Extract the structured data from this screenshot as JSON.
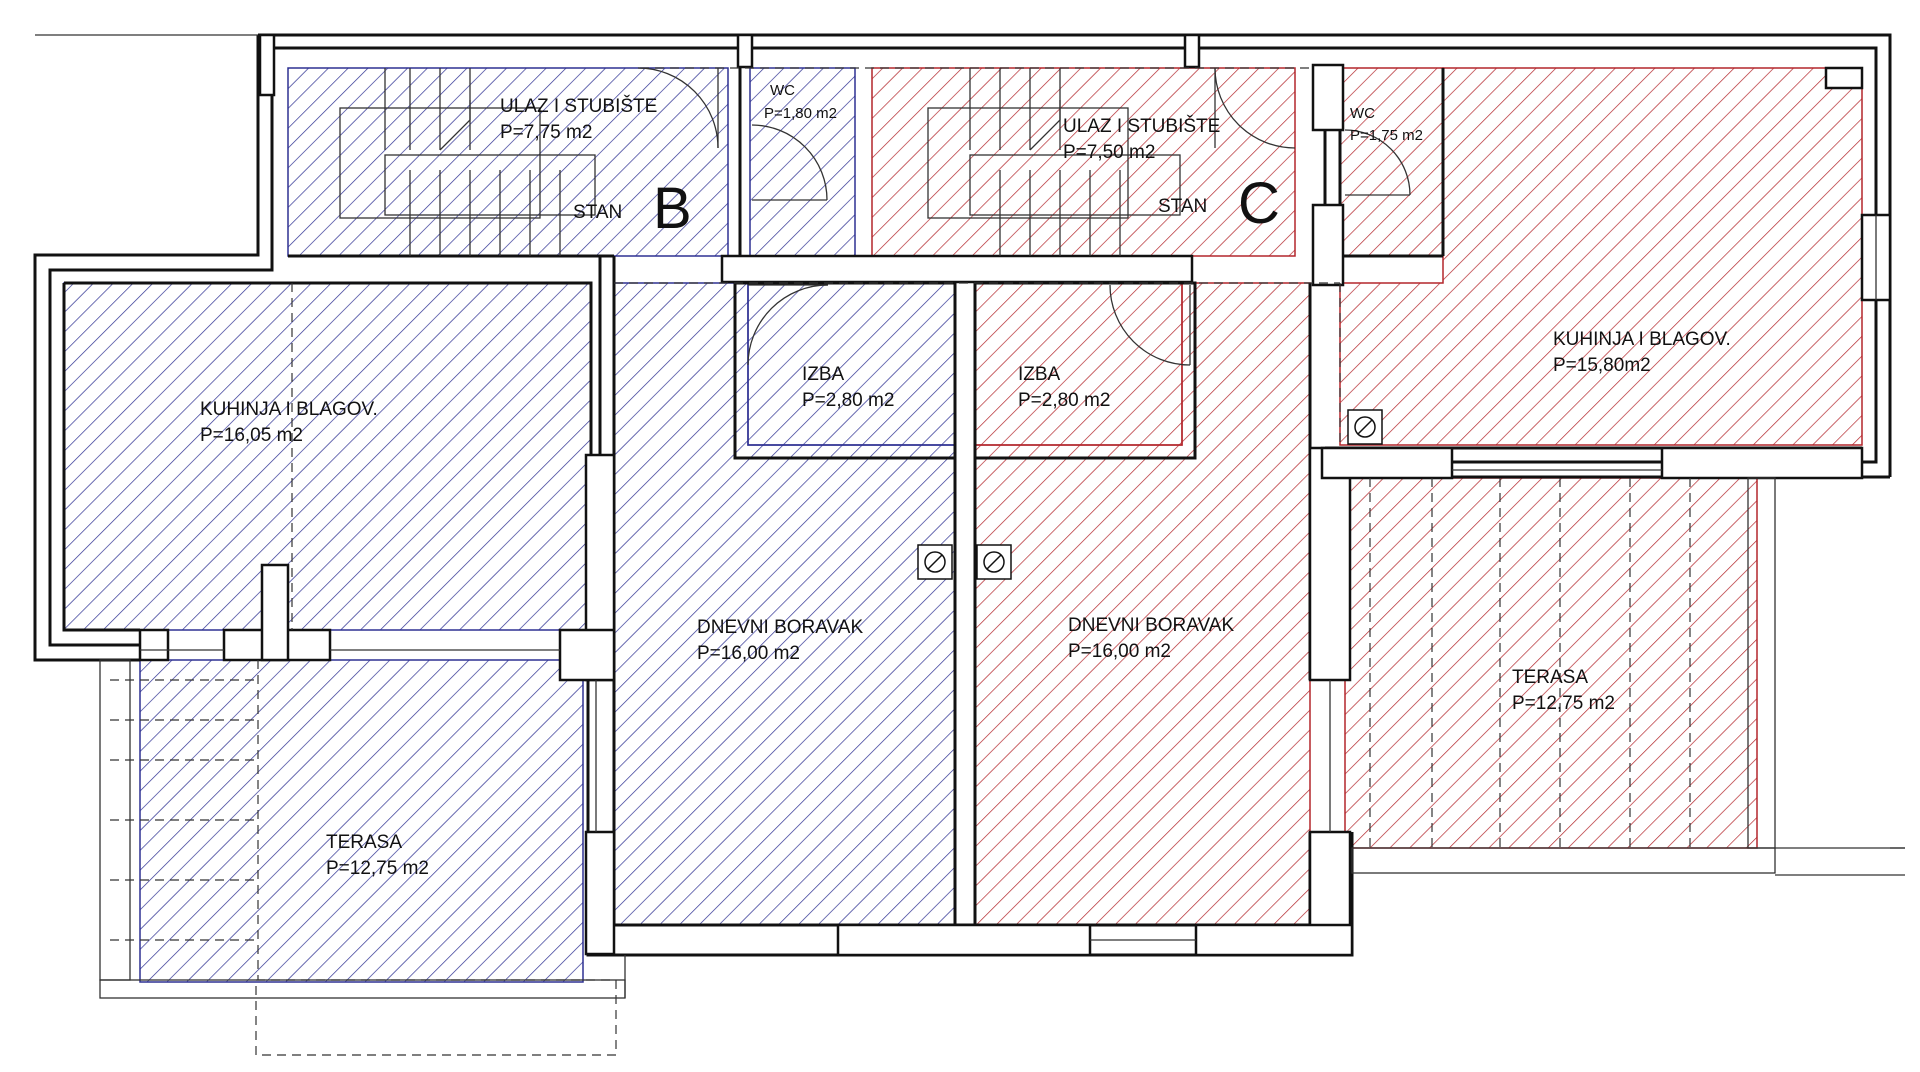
{
  "colors": {
    "unit_b": "#2e3192",
    "unit_c": "#b3262c",
    "walls": "#111111"
  },
  "units": {
    "b": {
      "stan_label": "STAN",
      "letter": "B",
      "rooms": {
        "entrance": {
          "name": "ULAZ I STUBIŠTE",
          "area": "P=7,75 m2"
        },
        "wc": {
          "name": "WC",
          "area": "P=1,80 m2"
        },
        "izba": {
          "name": "IZBA",
          "area": "P=2,80  m2"
        },
        "kitchen": {
          "name": "KUHINJA I BLAGOV.",
          "area": "P=16,05 m2"
        },
        "living": {
          "name": "DNEVNI BORAVAK",
          "area": "P=16,00  m2"
        },
        "terrace": {
          "name": "TERASA",
          "area": "P=12,75 m2"
        }
      }
    },
    "c": {
      "stan_label": "STAN",
      "letter": "C",
      "rooms": {
        "entrance": {
          "name": "ULAZ I STUBIŠTE",
          "area": "P=7,50 m2"
        },
        "wc": {
          "name": "WC",
          "area": "P=1,75 m2"
        },
        "izba": {
          "name": "IZBA",
          "area": "P=2,80  m2"
        },
        "kitchen": {
          "name": "KUHINJA I BLAGOV.",
          "area": "P=15,80m2"
        },
        "living": {
          "name": "DNEVNI BORAVAK",
          "area": "P=16,00 m2"
        },
        "terrace": {
          "name": "TERASA",
          "area": "P=12,75 m2"
        }
      }
    }
  },
  "icons": {
    "vent": "ventilation-duct-icon",
    "door": "door-swing-icon",
    "stairs": "staircase-icon"
  }
}
